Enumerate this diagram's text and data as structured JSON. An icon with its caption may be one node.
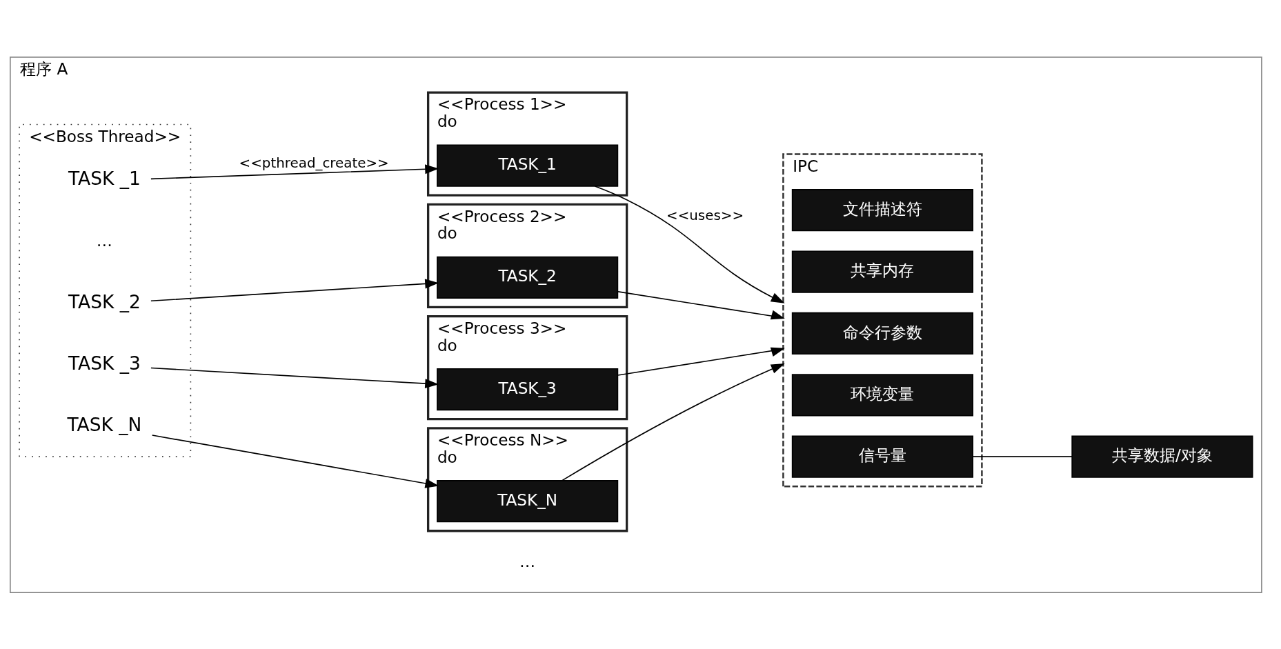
{
  "diagram": {
    "nodes": [
      {
        "text": [
          "程序 A"
        ]
      },
      {
        "text": [
          "<<Boss Thread>>"
        ],
        "in": 0
      },
      {
        "text": [
          "TASK _1"
        ],
        "in": 1
      },
      {
        "text": [
          "TASK _2"
        ],
        "in": 1
      },
      {
        "text": [
          "TASK _3"
        ],
        "in": 1
      },
      {
        "text": [
          "TASK _N"
        ],
        "in": 1
      },
      {
        "text": [
          "<<Process 1>>",
          "do"
        ],
        "in": 0
      },
      {
        "text": [
          "TASK_1"
        ],
        "in": 6
      },
      {
        "text": [
          "<<Process 2>>",
          "do"
        ],
        "in": 0
      },
      {
        "text": [
          "TASK_2"
        ],
        "in": 8
      },
      {
        "text": [
          "<<Process 3>>",
          "do"
        ],
        "in": 0
      },
      {
        "text": [
          "TASK_3"
        ],
        "in": 10
      },
      {
        "text": [
          "<<Process N>>",
          "do"
        ],
        "in": 0
      },
      {
        "text": [
          "TASK_N"
        ],
        "in": 12
      },
      {
        "text": [
          "IPC"
        ],
        "in": 0
      },
      {
        "text": [
          "信号量"
        ],
        "in": 14
      },
      {
        "text": [
          "环境变量"
        ],
        "in": 14
      },
      {
        "text": [
          "命令行参数"
        ],
        "in": 14
      },
      {
        "text": [
          "共享内存"
        ],
        "in": 14
      },
      {
        "text": [
          "文件描述符"
        ],
        "in": 14
      },
      {
        "text": [
          "共享数据/对象"
        ],
        "in": 0
      }
    ],
    "edges": [
      {
        "from": 2,
        "to": 7,
        "arrow": "to",
        "label": "<<pthread_create>>"
      },
      {
        "from": 3,
        "to": 9,
        "arrow": "to"
      },
      {
        "from": 4,
        "to": 11,
        "arrow": "to"
      },
      {
        "from": 5,
        "to": 13,
        "arrow": "to"
      },
      {
        "from": 7,
        "to": 14,
        "arrow": "to",
        "label": "<<uses>>"
      },
      {
        "from": 9,
        "to": 14,
        "arrow": "to"
      },
      {
        "from": 11,
        "to": 14,
        "arrow": "to"
      },
      {
        "from": 13,
        "to": 14,
        "arrow": "to"
      },
      {
        "from": 15,
        "to": 20,
        "arrow": "none"
      }
    ],
    "labels": [
      "…",
      "…"
    ]
  }
}
